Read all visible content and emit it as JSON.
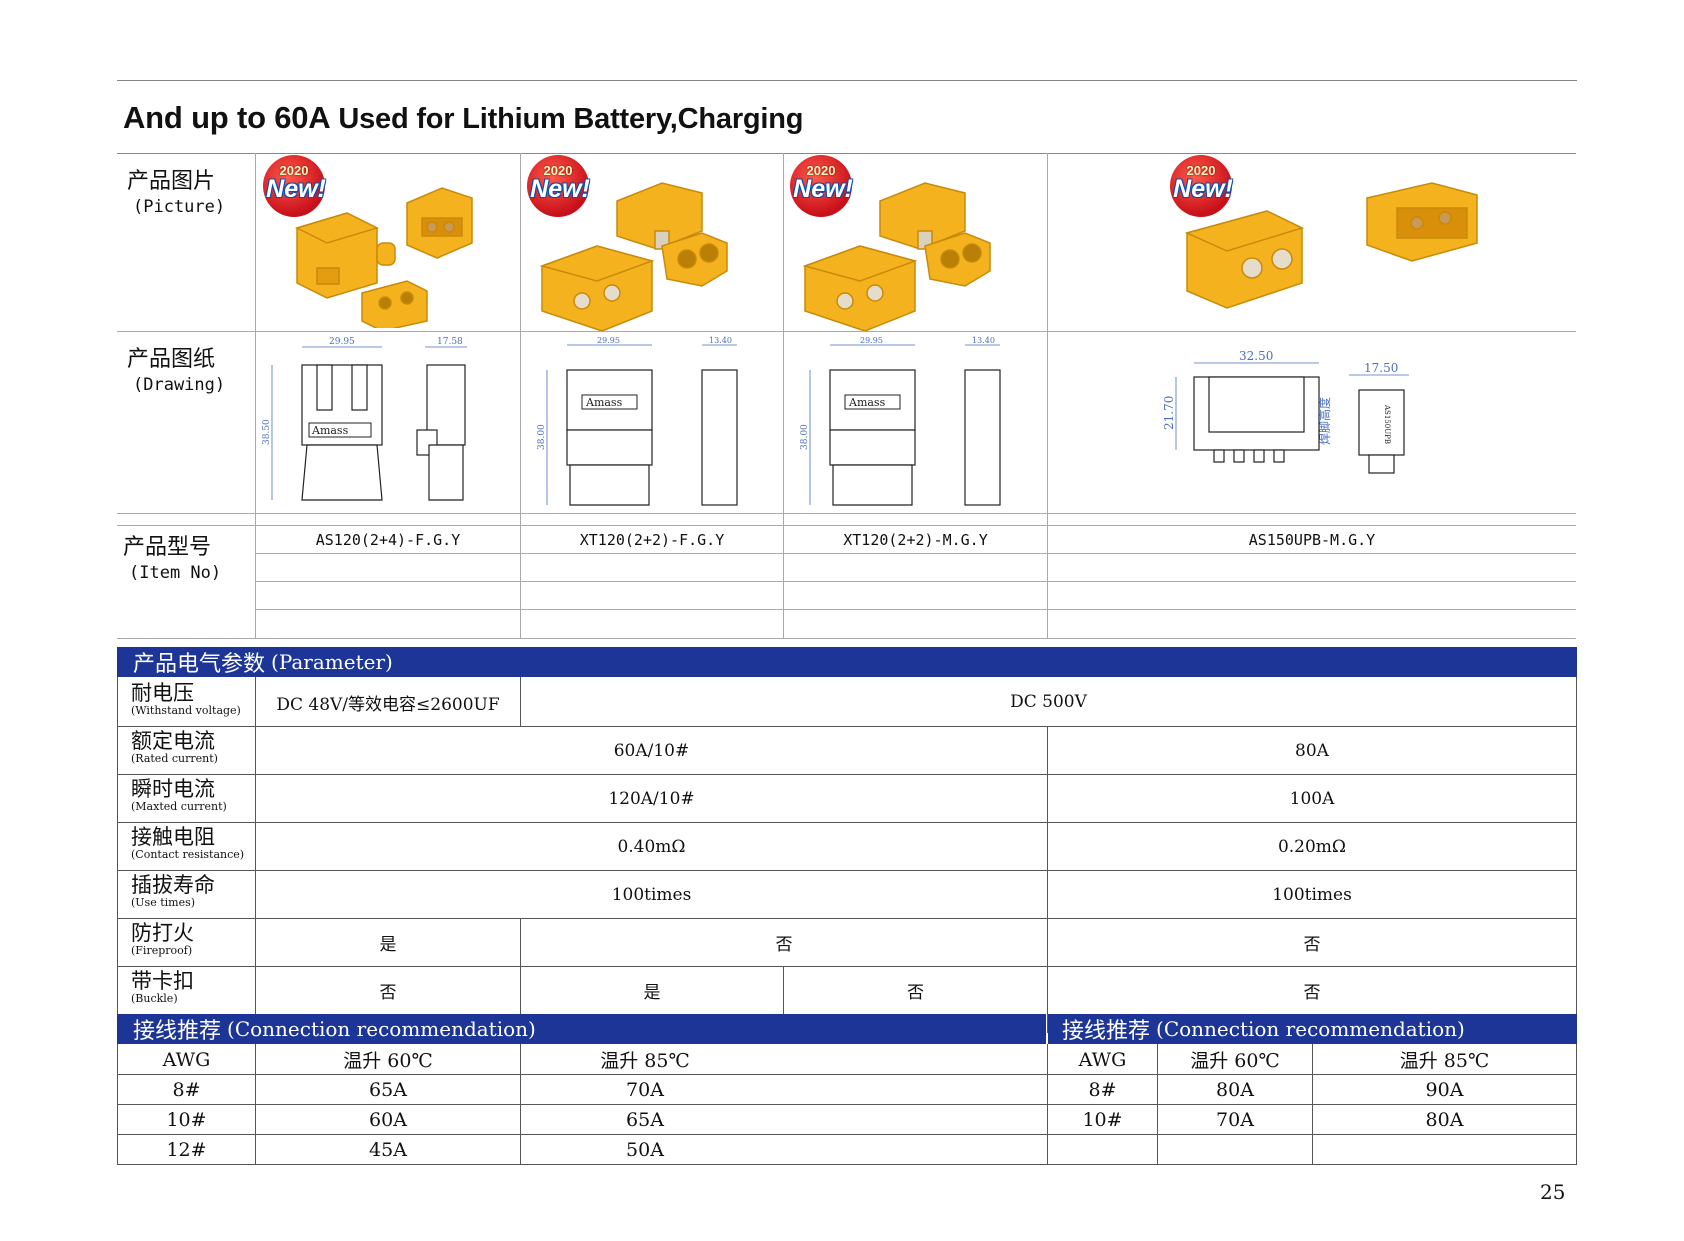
{
  "title": {
    "strong": "And up to 60A",
    "rest": " Used for Lithium Battery,Charging"
  },
  "rows": {
    "picture": {
      "cn": "产品图片",
      "en": "(Picture)"
    },
    "drawing": {
      "cn": "产品图纸",
      "en": "(Drawing)"
    },
    "item": {
      "cn": "产品型号",
      "en": "(Item No)"
    }
  },
  "badge": {
    "year": "2020",
    "text": "New!"
  },
  "models": [
    "AS120(2+4)-F.G.Y",
    "XT120(2+2)-F.G.Y",
    "XT120(2+2)-M.G.Y",
    "AS150UPB-M.G.Y"
  ],
  "drawings": {
    "d1": {
      "w": "29.95",
      "d": "17.58",
      "h": "38.50",
      "brand": "Amass"
    },
    "d2": {
      "w": "29.95",
      "d": "13.40",
      "h": "38.00",
      "brand": "Amass"
    },
    "d3": {
      "w": "29.95",
      "d": "13.40",
      "h": "38.00",
      "brand": "Amass"
    },
    "d4": {
      "w": "32.50",
      "d": "17.50",
      "h": "21.70",
      "note": "焊脚高度",
      "brand": "AS150UPB"
    }
  },
  "param_bar": {
    "cn": "产品电气参数",
    "en": "(Parameter)"
  },
  "params": [
    {
      "cn": "耐电压",
      "en": "(Withstand voltage)",
      "v1": "DC 48V/等效电容≤2600UF",
      "v2": "DC 500V"
    },
    {
      "cn": "额定电流",
      "en": "(Rated current)",
      "v1": "60A/10#",
      "v2": "80A"
    },
    {
      "cn": "瞬时电流",
      "en": "(Maxted current)",
      "v1": "120A/10#",
      "v2": "100A"
    },
    {
      "cn": "接触电阻",
      "en": "(Contact resistance)",
      "v1": "0.40mΩ",
      "v2": "0.20mΩ"
    },
    {
      "cn": "插拔寿命",
      "en": "(Use times)",
      "v1": "100times",
      "v2": "100times"
    },
    {
      "cn": "防打火",
      "en": "(Fireproof)",
      "v1": "是",
      "v2": "否",
      "v3": "否"
    },
    {
      "cn": "带卡扣",
      "en": "(Buckle)",
      "v1": "否",
      "v2": "是",
      "v3": "否",
      "v4": "否"
    }
  ],
  "conn_bar": {
    "cn": "接线推荐",
    "en": "(Connection recommendation)"
  },
  "conn_left": {
    "headers": [
      "AWG",
      "温升 60℃",
      "温升 85℃"
    ],
    "rows": [
      [
        "8#",
        "65A",
        "70A"
      ],
      [
        "10#",
        "60A",
        "65A"
      ],
      [
        "12#",
        "45A",
        "50A"
      ]
    ]
  },
  "conn_right": {
    "headers": [
      "AWG",
      "温升 60℃",
      "温升 85℃"
    ],
    "rows": [
      [
        "8#",
        "80A",
        "90A"
      ],
      [
        "10#",
        "70A",
        "80A"
      ],
      [
        "",
        "",
        ""
      ]
    ]
  },
  "colors": {
    "bar": "#1c3596",
    "connector": "#f4b31e"
  },
  "page_number": "25"
}
